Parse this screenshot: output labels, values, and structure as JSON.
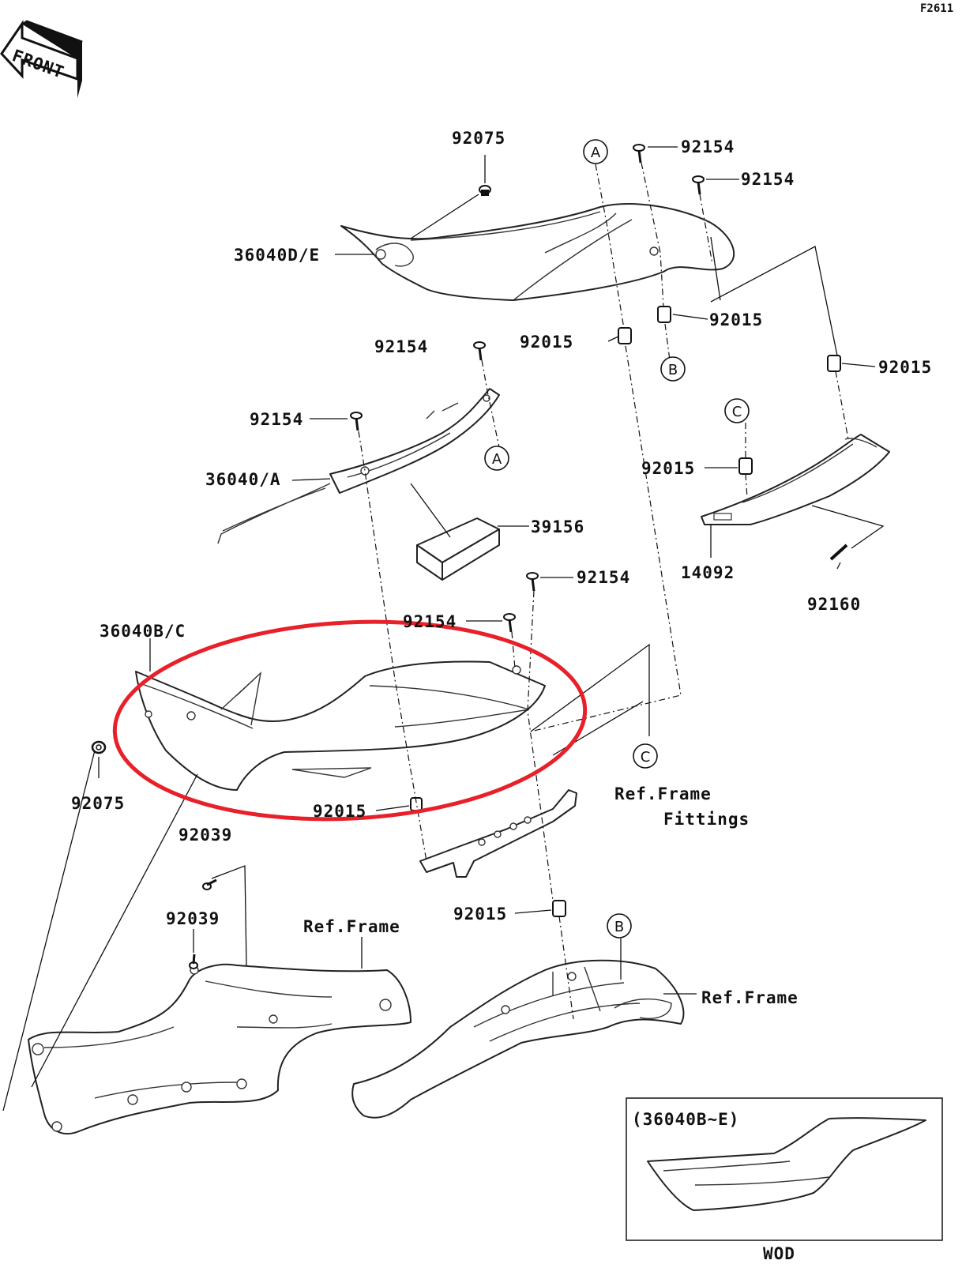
{
  "figure_code": "F2611",
  "front_arrow": {
    "text": "FRONT",
    "icon": "front-direction-arrow"
  },
  "highlight": {
    "color": "#e8202a",
    "target": "36040B/C"
  },
  "labels": {
    "p92075_top": "92075",
    "p92154_top1": "92154",
    "p92154_top2": "92154",
    "p36040D_E": "36040D/E",
    "p92015_mid": "92015",
    "p92015_right1": "92015",
    "p92015_right2": "92015",
    "p92154_mid": "92154",
    "p92154_left": "92154",
    "p36040A": "36040/A",
    "p39156": "39156",
    "p92015_c": "92015",
    "p14092": "14092",
    "p92160": "92160",
    "p92154_cover1": "92154",
    "p92154_cover2": "92154",
    "p36040B_C": "36040B/C",
    "p92075_left": "92075",
    "p92015_cover": "92015",
    "ref_frame_fittings_1": "Ref.Frame",
    "ref_frame_fittings_2": "Fittings",
    "p92039_1": "92039",
    "p92039_2": "92039",
    "ref_frame_left": "Ref.Frame",
    "p92015_bottom": "92015",
    "ref_frame_right": "Ref.Frame",
    "inset_caption": "(36040B~E)",
    "inset_footer": "WOD"
  },
  "callouts": {
    "A_top": "A",
    "A_mid": "A",
    "B_top": "B",
    "B_bottom": "B",
    "C_top": "C",
    "C_bottom": "C"
  }
}
